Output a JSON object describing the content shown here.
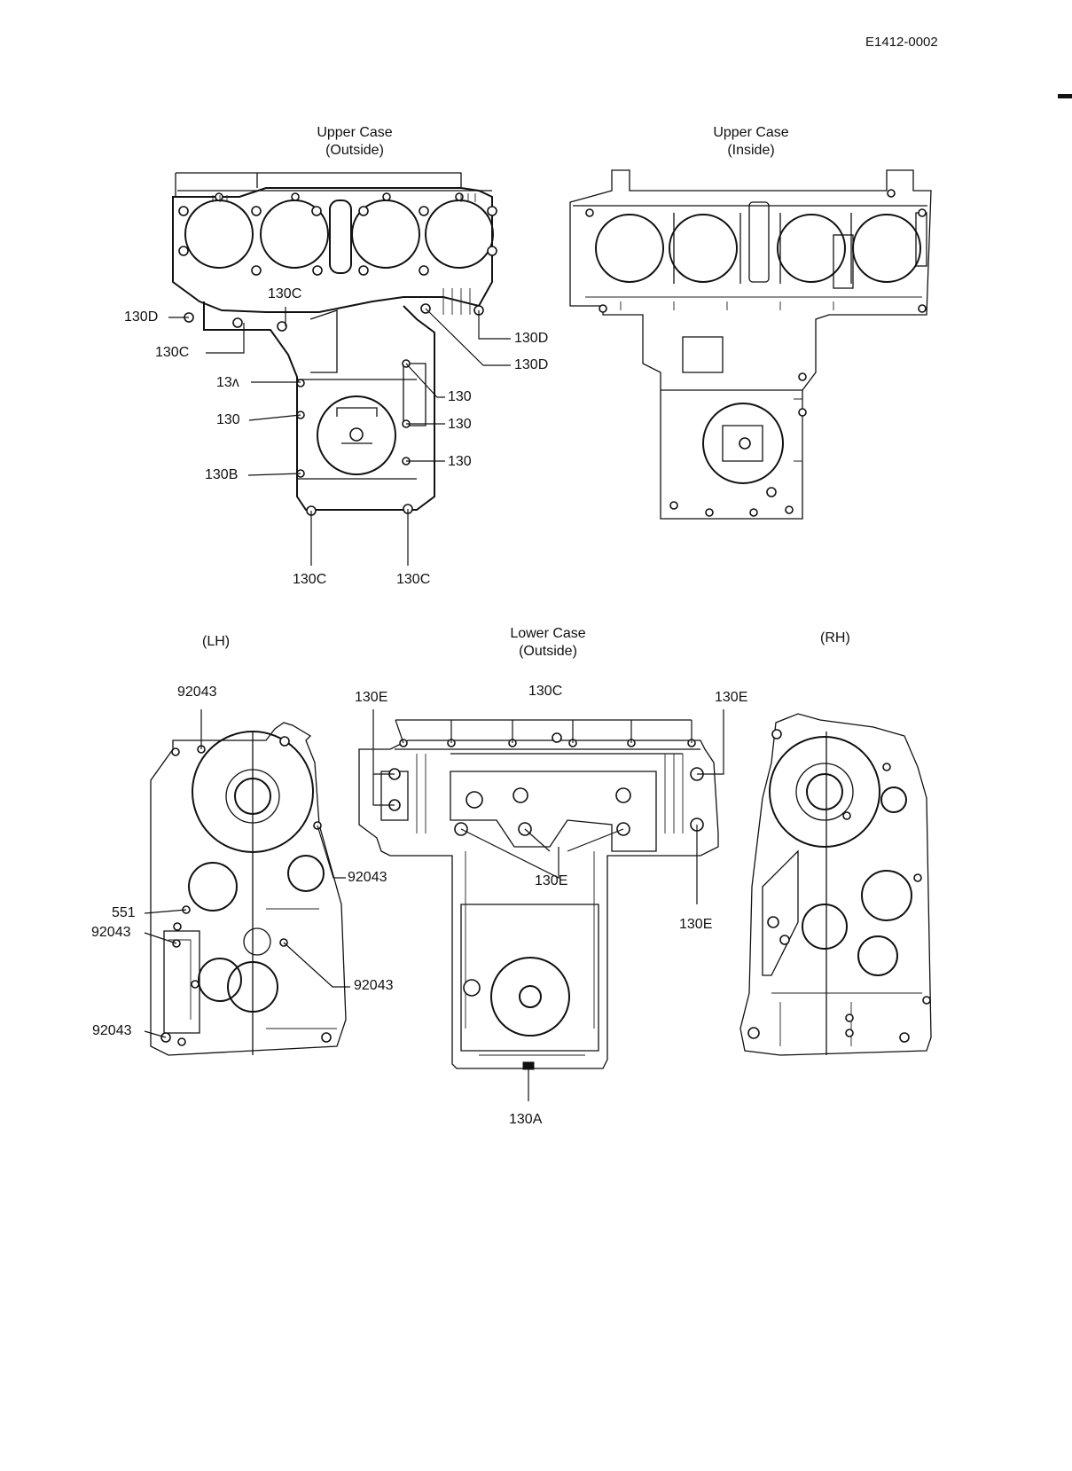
{
  "doc_id": "E1412-0002",
  "views": {
    "upper_outside": {
      "title_line1": "Upper Case",
      "title_line2": "(Outside)"
    },
    "upper_inside": {
      "title_line1": "Upper Case",
      "title_line2": "(Inside)"
    },
    "lower_lh": {
      "title": "(LH)"
    },
    "lower_outside": {
      "title_line1": "Lower  Case",
      "title_line2": "(Outside)"
    },
    "lower_rh": {
      "title": "(RH)"
    }
  },
  "callouts": {
    "uo": [
      "130D",
      "130C",
      "130C",
      "130D",
      "130D",
      "13ʌ",
      "130",
      "130",
      "130",
      "130",
      "130B",
      "130C",
      "130C"
    ],
    "lh": [
      "92043",
      "92043",
      "551",
      "92043",
      "92043",
      "92043"
    ],
    "lo": [
      "130E",
      "130C",
      "130E",
      "130E",
      "130E",
      "130A"
    ]
  }
}
